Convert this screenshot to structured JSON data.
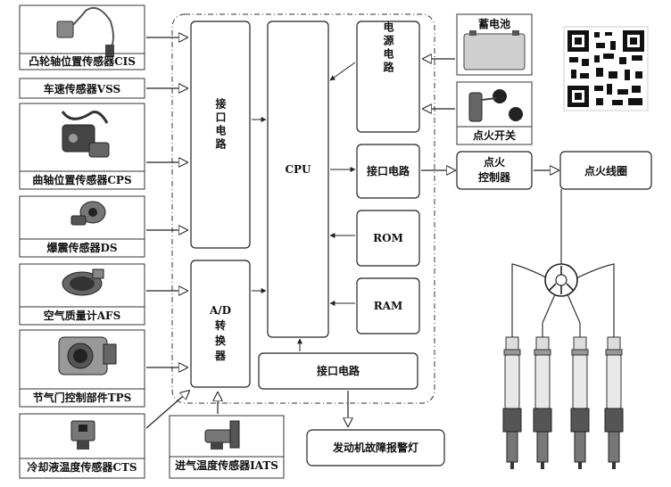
{
  "sensors": [
    {
      "label": "凸轮轴位置传感器CIS",
      "icon": "camshaft-sensor-icon"
    },
    {
      "label": "车速传感器VSS"
    },
    {
      "label": "曲轴位置传感器CPS",
      "icon": "crankshaft-sensor-icon"
    },
    {
      "label": "爆震传感器DS",
      "icon": "knock-sensor-icon"
    },
    {
      "label": "空气质量计AFS",
      "icon": "airflow-meter-icon"
    },
    {
      "label": "节气门控制部件TPS",
      "icon": "throttle-body-icon"
    },
    {
      "label": "冷却液温度传感器CTS",
      "icon": "coolant-sensor-icon"
    },
    {
      "label": "进气温度传感器IATS",
      "icon": "intake-temp-sensor-icon"
    }
  ],
  "ecu": {
    "interface_left": "接口电路",
    "ad_converter": "A/D转换器",
    "cpu": "CPU",
    "power_circuit": "电源电路",
    "interface_right": "接口电路",
    "rom": "ROM",
    "ram": "RAM",
    "interface_bottom": "接口电路"
  },
  "external": {
    "battery": "蓄电池",
    "ignition_switch": "点火开关",
    "ignition_controller": "点火控制器",
    "ignition_coil": "点火线圈",
    "fault_lamp": "发动机故障报警灯"
  },
  "icons": [
    "qr-code-icon",
    "distributor-icon",
    "spark-plug-icon"
  ]
}
